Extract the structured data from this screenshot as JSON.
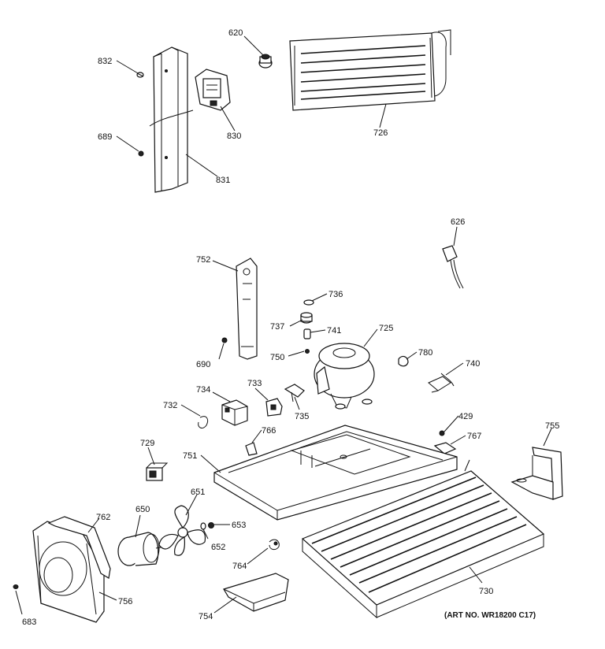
{
  "diagram": {
    "callouts": [
      {
        "id": "832",
        "text": "832"
      },
      {
        "id": "620",
        "text": "620"
      },
      {
        "id": "830",
        "text": "830"
      },
      {
        "id": "726",
        "text": "726"
      },
      {
        "id": "689",
        "text": "689"
      },
      {
        "id": "831",
        "text": "831"
      },
      {
        "id": "626",
        "text": "626"
      },
      {
        "id": "752",
        "text": "752"
      },
      {
        "id": "736",
        "text": "736"
      },
      {
        "id": "737",
        "text": "737"
      },
      {
        "id": "741",
        "text": "741"
      },
      {
        "id": "725",
        "text": "725"
      },
      {
        "id": "690",
        "text": "690"
      },
      {
        "id": "750",
        "text": "750"
      },
      {
        "id": "780",
        "text": "780"
      },
      {
        "id": "740",
        "text": "740"
      },
      {
        "id": "734",
        "text": "734"
      },
      {
        "id": "733",
        "text": "733"
      },
      {
        "id": "732",
        "text": "732"
      },
      {
        "id": "735",
        "text": "735"
      },
      {
        "id": "429",
        "text": "429"
      },
      {
        "id": "767",
        "text": "767"
      },
      {
        "id": "755",
        "text": "755"
      },
      {
        "id": "766",
        "text": "766"
      },
      {
        "id": "729",
        "text": "729"
      },
      {
        "id": "751",
        "text": "751"
      },
      {
        "id": "651",
        "text": "651"
      },
      {
        "id": "650",
        "text": "650"
      },
      {
        "id": "762",
        "text": "762"
      },
      {
        "id": "653",
        "text": "653"
      },
      {
        "id": "652",
        "text": "652"
      },
      {
        "id": "764",
        "text": "764"
      },
      {
        "id": "730",
        "text": "730"
      },
      {
        "id": "756",
        "text": "756"
      },
      {
        "id": "754",
        "text": "754"
      },
      {
        "id": "683",
        "text": "683"
      }
    ],
    "art_number": "(ART NO. WR18200 C17)"
  }
}
